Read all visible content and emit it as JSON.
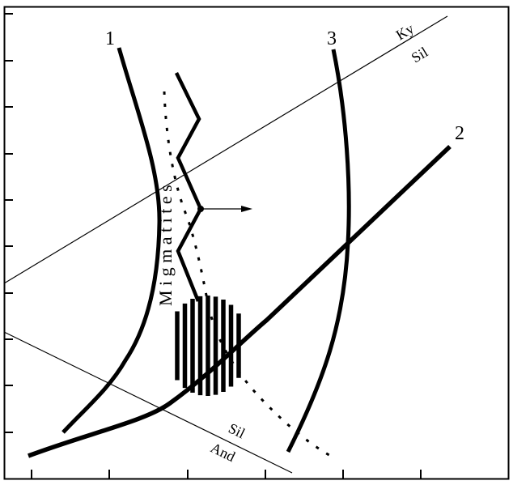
{
  "curve_labels": {
    "curve1": "1",
    "curve2": "2",
    "curve3": "3"
  },
  "reaction_labels": {
    "ky_sil_upper": "Ky",
    "ky_sil_lower": "Sil",
    "sil_and_upper": "Sil",
    "sil_and_lower": "And"
  },
  "field_label": "M i g m a t i t e s",
  "colors": {
    "line": "#000000",
    "background": "#ffffff"
  }
}
